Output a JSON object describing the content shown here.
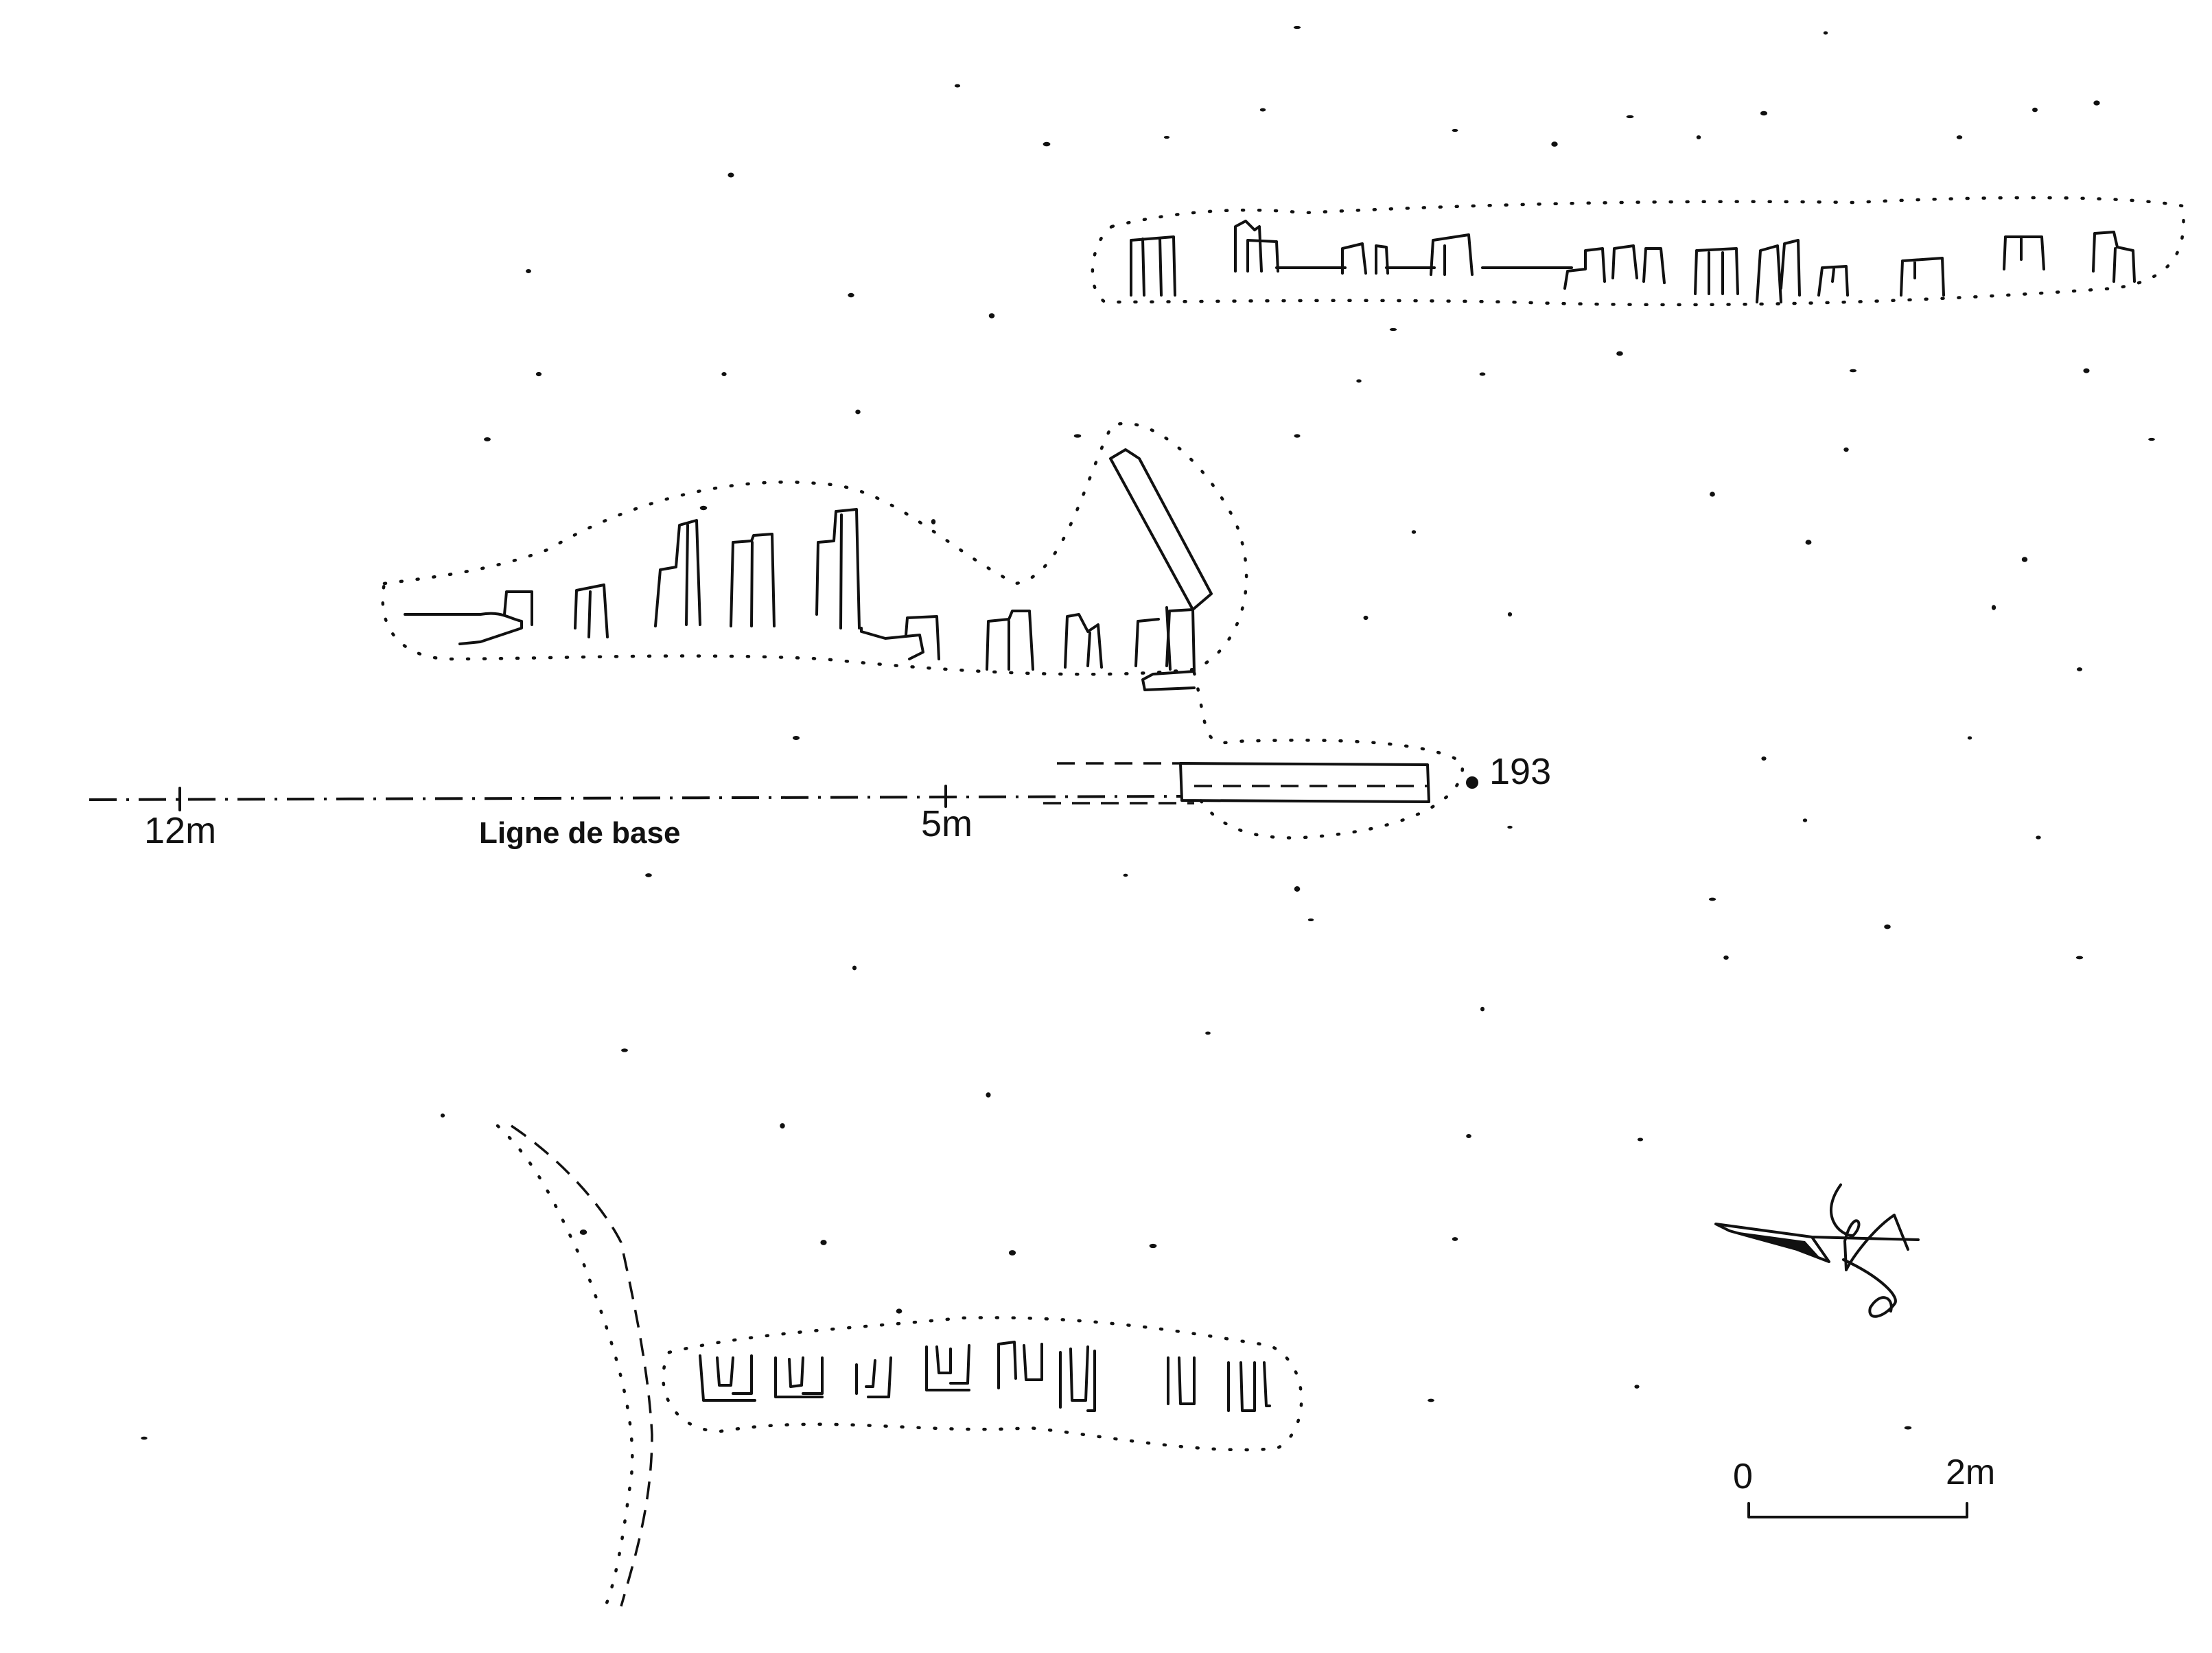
{
  "baseline": {
    "title": "Ligne de base",
    "marks": [
      {
        "id": "mark-12m",
        "label": "12m"
      },
      {
        "id": "mark-5m",
        "label": "5m"
      }
    ]
  },
  "station": {
    "label": "193"
  },
  "scale_bar": {
    "start_label": "0",
    "end_label": "2m"
  },
  "north_arrow": {
    "icon": "north-arrow-icon"
  },
  "colors": {
    "ink": "#111111",
    "paper": "#ffffff"
  }
}
